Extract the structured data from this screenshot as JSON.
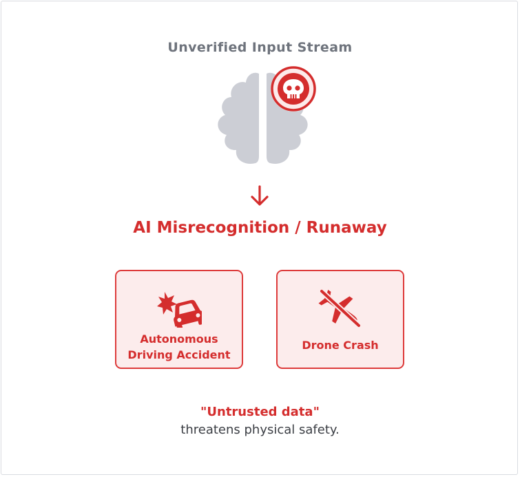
{
  "header": {
    "title": "Unverified Input Stream"
  },
  "brain": {
    "icon": "brain-icon",
    "badge_icon": "skull-icon"
  },
  "flow": {
    "arrow_icon": "arrow-down-icon",
    "headline": "AI Misrecognition / Runaway"
  },
  "cards": [
    {
      "icon": "car-crash-icon",
      "label_line1": "Autonomous",
      "label_line2": "Driving Accident"
    },
    {
      "icon": "plane-slash-icon",
      "label": "Drone Crash"
    }
  ],
  "footer": {
    "quote": "\"Untrusted data\"",
    "caption": "threatens physical safety."
  },
  "colors": {
    "accent": "#d42d2d",
    "card_bg": "#fcecec",
    "brain_gray": "#ccced5",
    "header_gray": "#6e737c",
    "caption_text": "#3b3e44"
  }
}
